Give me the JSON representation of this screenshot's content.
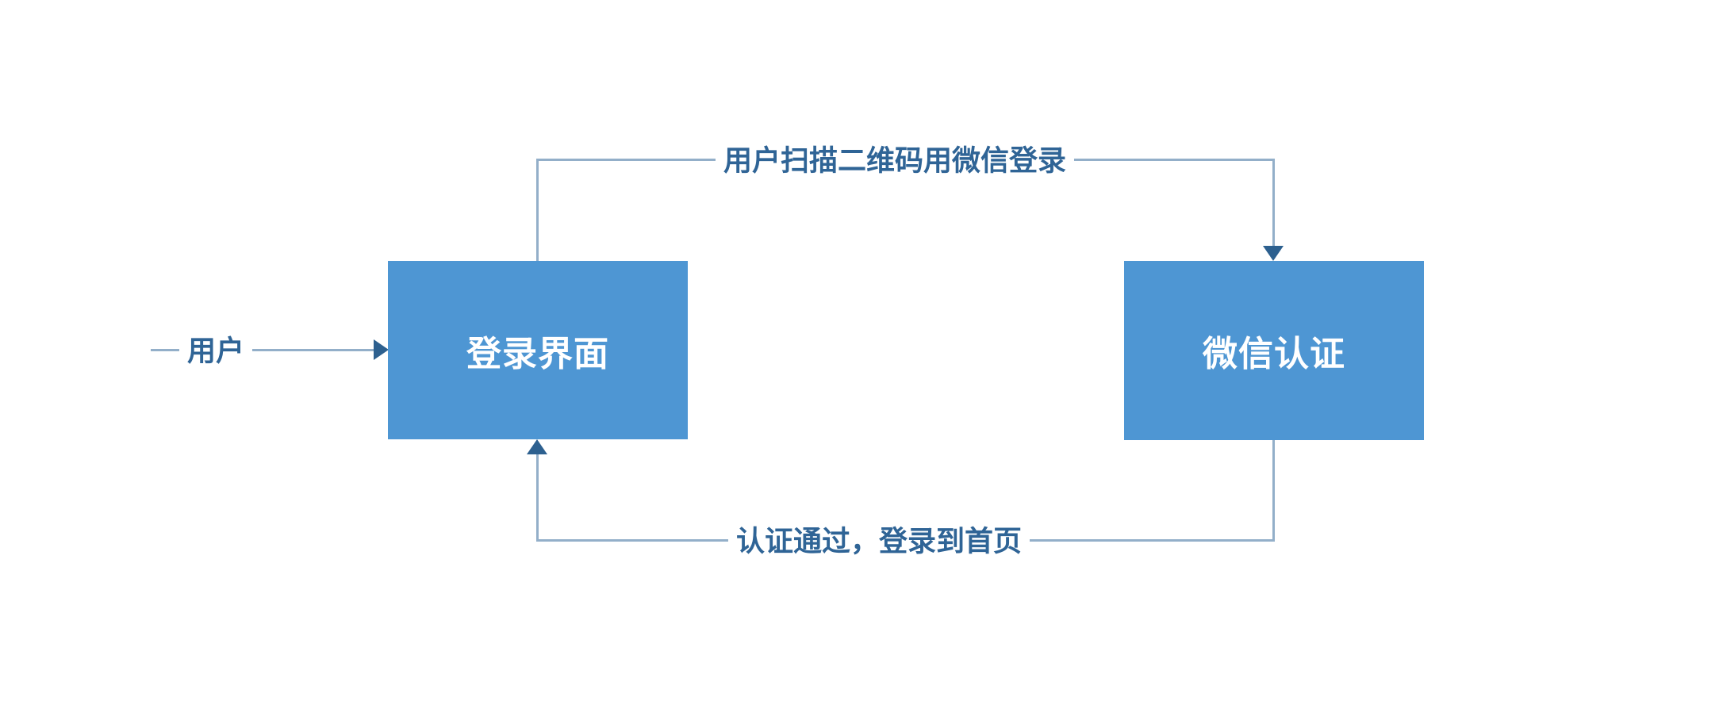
{
  "diagram": {
    "background": "#ffffff",
    "colors": {
      "node_fill": "#4e96d3",
      "node_text": "#ffffff",
      "line": "#93afc9",
      "arrow": "#2d608f",
      "label_text": "#2f6496",
      "label_bg": "#ffffff"
    },
    "nodes": [
      {
        "id": "login-screen",
        "label": "登录界面"
      },
      {
        "id": "wechat-auth",
        "label": "微信认证"
      }
    ],
    "edges": [
      {
        "id": "user-to-login",
        "from": "user",
        "to": "login-screen",
        "label": "用户",
        "direction": "right"
      },
      {
        "id": "login-to-wechat",
        "from": "login-screen",
        "to": "wechat-auth",
        "label": "用户扫描二维码用微信登录",
        "direction": "down-into-wechat"
      },
      {
        "id": "wechat-to-login",
        "from": "wechat-auth",
        "to": "login-screen",
        "label": "认证通过，登录到首页",
        "direction": "up-into-login"
      }
    ]
  }
}
